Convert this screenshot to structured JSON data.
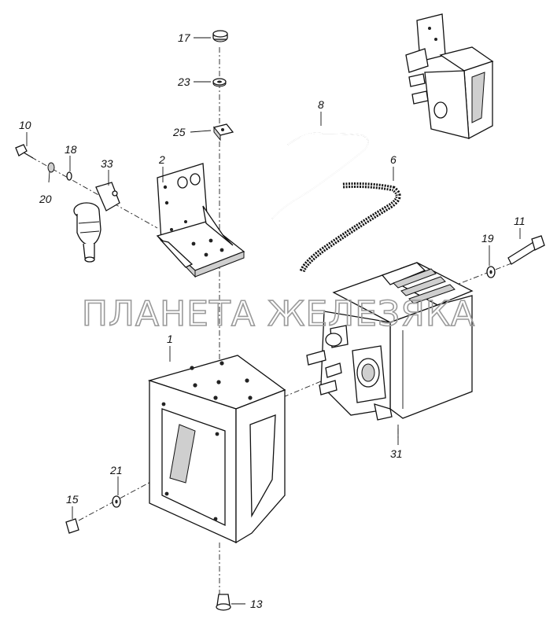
{
  "watermark": "ПЛАНЕТА ЖЕЛЕЗЯКА",
  "callouts": {
    "p17": "17",
    "p23": "23",
    "p25": "25",
    "p10": "10",
    "p18": "18",
    "p33": "33",
    "p2": "2",
    "p20": "20",
    "p8": "8",
    "p6": "6",
    "p11": "11",
    "p19": "19",
    "p1": "1",
    "p31": "31",
    "p21": "21",
    "p15": "15",
    "p13": "13"
  }
}
